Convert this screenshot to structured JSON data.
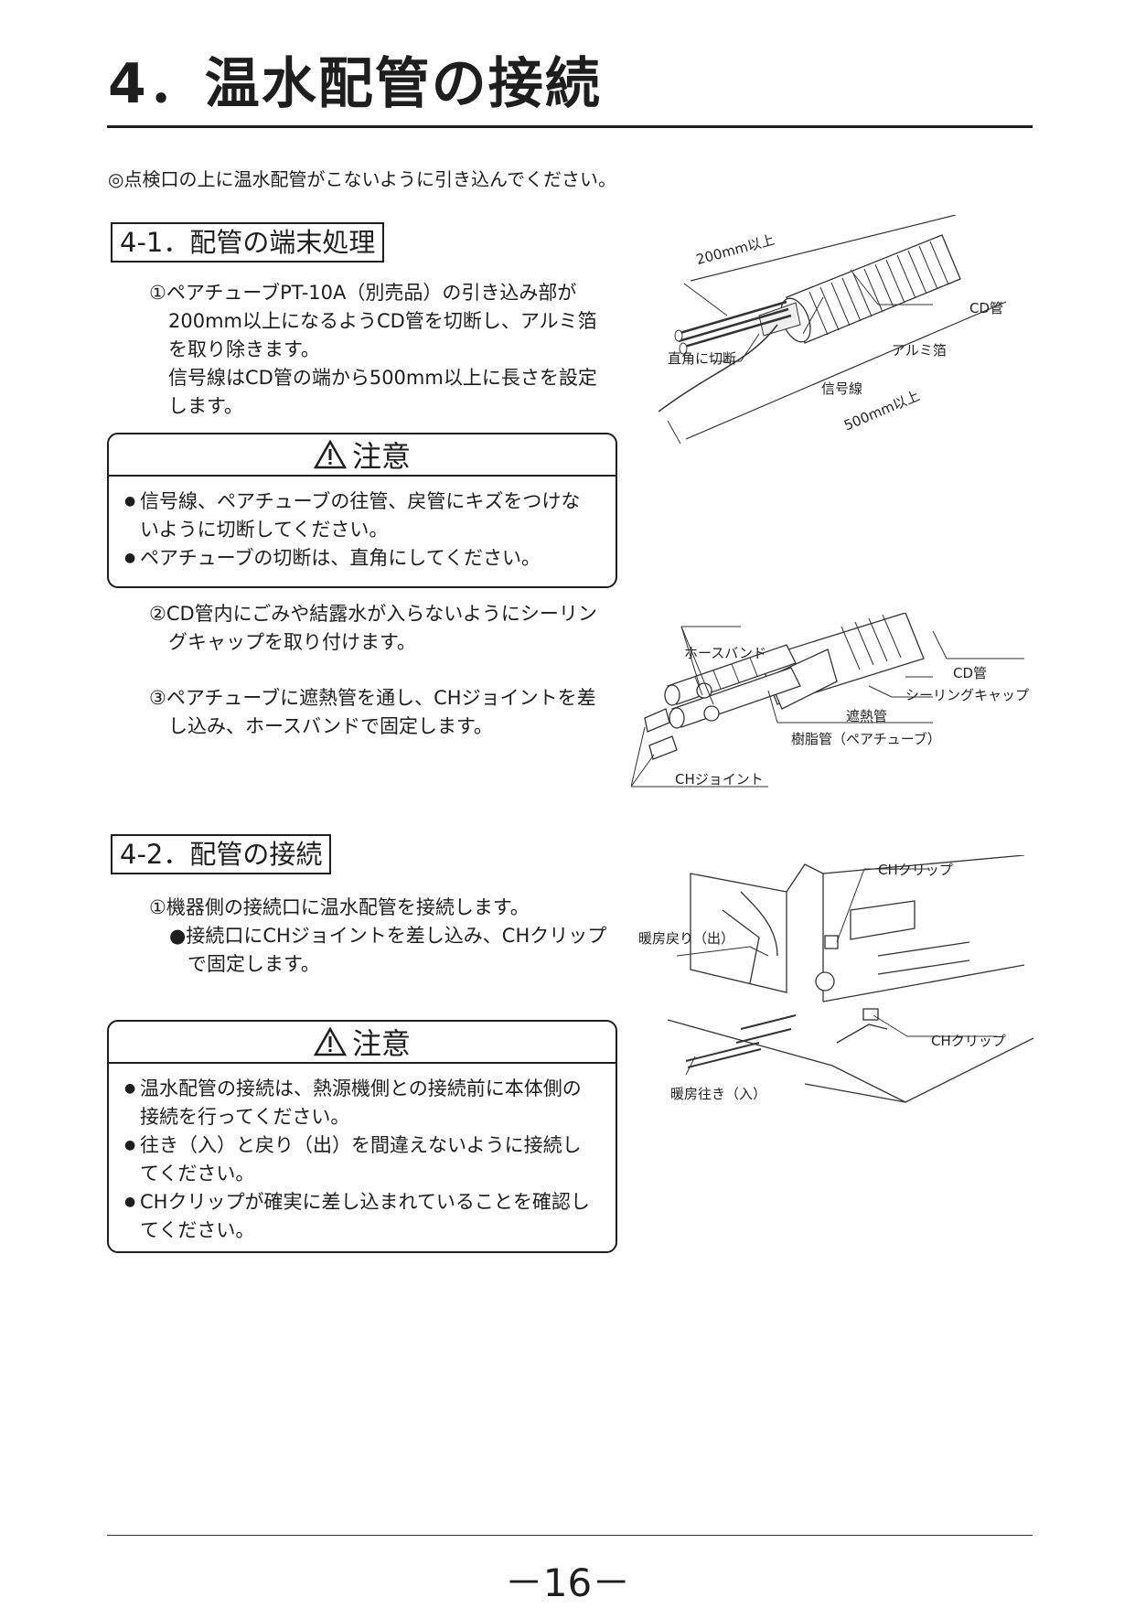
{
  "page": {
    "title": "4．温水配管の接続",
    "intro": "◎点検口の上に温水配管がこないように引き込んでください。",
    "page_number": "－16－"
  },
  "section1": {
    "heading": "4-1．配管の端末処理",
    "step1_lines": [
      "①ペアチューブPT-10A（別売品）の引き込み部が",
      "200mm以上になるようCD管を切断し、アルミ箔",
      "を取り除きます。",
      "信号線はCD管の端から500mm以上に長さを設定",
      "します。"
    ],
    "caution": {
      "title": "注意",
      "items": [
        "信号線、ペアチューブの往管、戻管にキズをつけないように切断してください。",
        "ペアチューブの切断は、直角にしてください。"
      ]
    },
    "step2_lines": [
      "②CD管内にごみや結露水が入らないようにシーリン",
      "グキャップを取り付けます。"
    ],
    "step3_lines": [
      "③ペアチューブに遮熱管を通し、CHジョイントを差",
      "し込み、ホースバンドで固定します。"
    ],
    "fig1_labels": {
      "len200": "200mm以上",
      "cd": "CD管",
      "foil": "アルミ箔",
      "cut": "直角に切断",
      "signal": "信号線",
      "len500": "500mm以上"
    },
    "fig2_labels": {
      "hoseband": "ホースバンド",
      "cd": "CD管",
      "cap": "シーリングキャップ",
      "shield": "遮熱管",
      "resin": "樹脂管（ペアチューブ）",
      "joint": "CHジョイント"
    }
  },
  "section2": {
    "heading": "4-2．配管の接続",
    "step1": "①機器側の接続口に温水配管を接続します。",
    "step1_sub_lines": [
      "●接続口にCHジョイントを差し込み、CHクリップ",
      "で固定します。"
    ],
    "caution": {
      "title": "注意",
      "items": [
        "温水配管の接続は、熱源機側との接続前に本体側の接続を行ってください。",
        "往き（入）と戻り（出）を間違えないように接続してください。",
        "CHクリップが確実に差し込まれていることを確認してください。"
      ]
    },
    "fig3_labels": {
      "clip_top": "CHクリップ",
      "return": "暖房戻り（出）",
      "clip_bottom": "CHクリップ",
      "supply": "暖房往き（入）"
    }
  }
}
